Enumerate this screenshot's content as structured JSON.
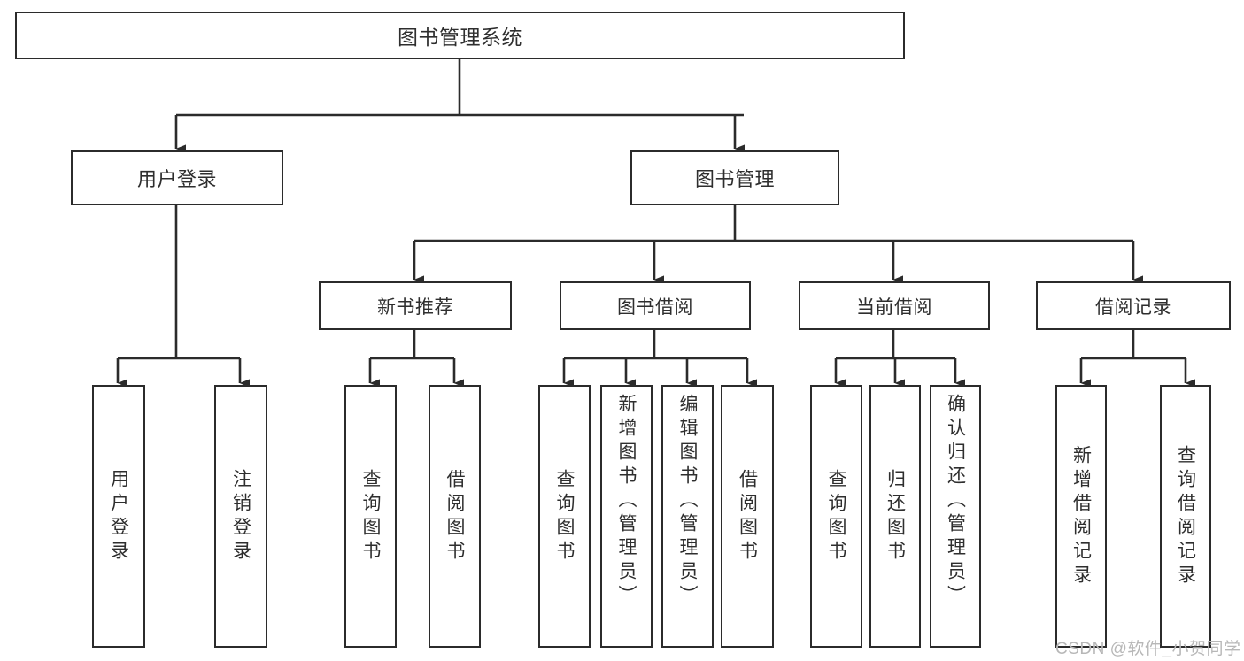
{
  "diagram": {
    "type": "tree-hierarchy-chart",
    "title": "图书管理系统",
    "line_color": "#2b2b2b",
    "box_fill": "#ffffff",
    "text_color": "#2e2e2e",
    "watermark_color": "#b7b7b7"
  },
  "nodes": {
    "root": {
      "label": "图书管理系统"
    },
    "level2": [
      {
        "label": "用户登录"
      },
      {
        "label": "图书管理"
      }
    ],
    "level3": [
      {
        "label": "新书推荐"
      },
      {
        "label": "图书借阅"
      },
      {
        "label": "当前借阅"
      },
      {
        "label": "借阅记录"
      }
    ],
    "leaves": {
      "user_login": [
        {
          "label": "用户登录"
        },
        {
          "label": "注销登录"
        }
      ],
      "new_book": [
        {
          "label": "查询图书"
        },
        {
          "label": "借阅图书"
        }
      ],
      "book_borrow": [
        {
          "label": "查询图书"
        },
        {
          "label": "新增图书（管理员）"
        },
        {
          "label": "编辑图书（管理员）"
        },
        {
          "label": "借阅图书"
        }
      ],
      "current_borrow": [
        {
          "label": "查询图书"
        },
        {
          "label": "归还图书"
        },
        {
          "label": "确认归还（管理员）"
        }
      ],
      "borrow_record": [
        {
          "label": "新增借阅记录"
        },
        {
          "label": "查询借阅记录"
        }
      ]
    }
  },
  "watermark": {
    "text": "CSDN @软件_小贺同学"
  }
}
